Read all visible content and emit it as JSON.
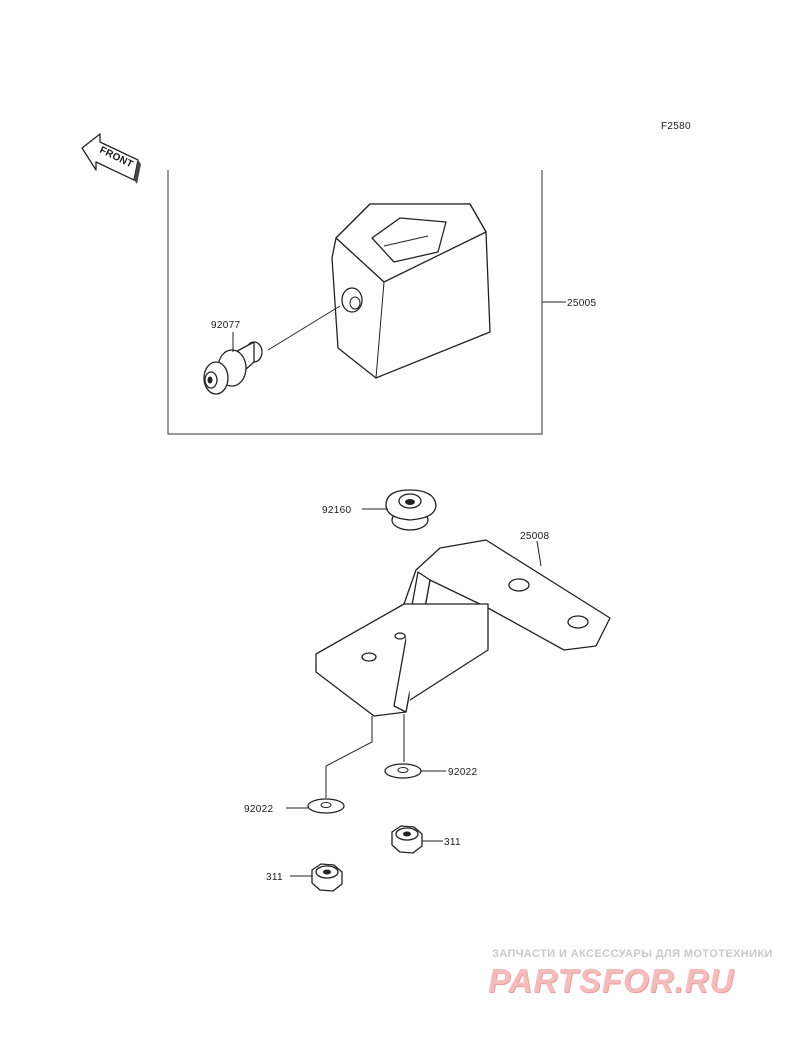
{
  "diagram": {
    "figure_code": "F2580",
    "front_arrow_label": "FRONT",
    "parts": [
      {
        "number": "25005"
      },
      {
        "number": "92077"
      },
      {
        "number": "92160"
      },
      {
        "number": "25008"
      },
      {
        "number": "92022"
      },
      {
        "number": "92022"
      },
      {
        "number": "311"
      },
      {
        "number": "311"
      }
    ]
  },
  "watermark": {
    "tagline": "ЗАПЧАСТИ И АКСЕССУАРЫ ДЛЯ МОТОТЕХНИКИ",
    "logo": "PARTSFOR.RU"
  },
  "colors": {
    "line": "#222222",
    "watermark_logo": "#f4bcbc",
    "watermark_text": "#c9c9c9"
  }
}
